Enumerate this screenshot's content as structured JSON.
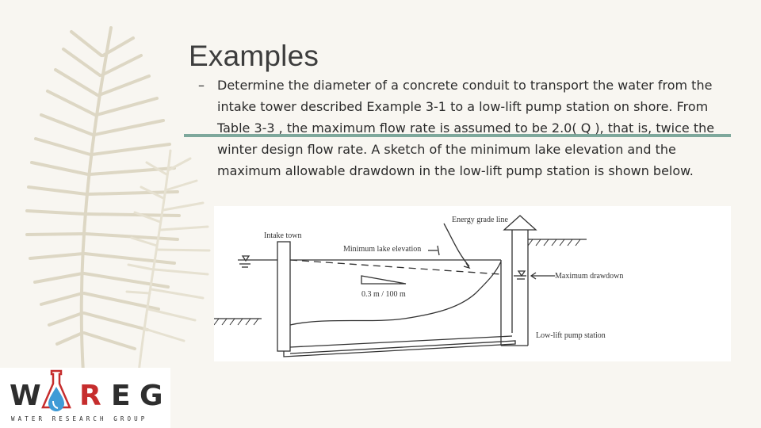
{
  "slide": {
    "title": "Examples",
    "bullet_marker": "–",
    "bullet_text": "Determine the diameter of a concrete conduit to transport the water from the intake tower described Example 3-1 to a low-lift pump station on shore. From Table 3-3 , the maximum flow rate is assumed to be 2.0( Q ), that is, twice the winter design flow rate. A sketch of the minimum lake elevation and the maximum allowable drawdown in the low-lift pump station is shown below."
  },
  "figure": {
    "label_energy_grade_line": "Energy grade line",
    "label_intake_tower": "Intake town",
    "label_min_lake_elevation": "Minimum lake elevation",
    "label_slope": "0.3 m / 100 m",
    "label_max_drawdown": "Maximum drawdown",
    "label_pump_station": "Low-lift pump station"
  },
  "logo": {
    "letter_w": "W",
    "letter_r": "R",
    "letter_e": "E",
    "letter_g": "G",
    "subtitle": "WATER RESEARCH GROUP",
    "colors": {
      "letters": "#2e2e2e",
      "accent": "#c62d2d",
      "drop": "#3f9bd6"
    }
  },
  "theme": {
    "background": "#f8f6f1",
    "rule_color": "#7ea89c",
    "feather_color": "#ddd7c4"
  }
}
